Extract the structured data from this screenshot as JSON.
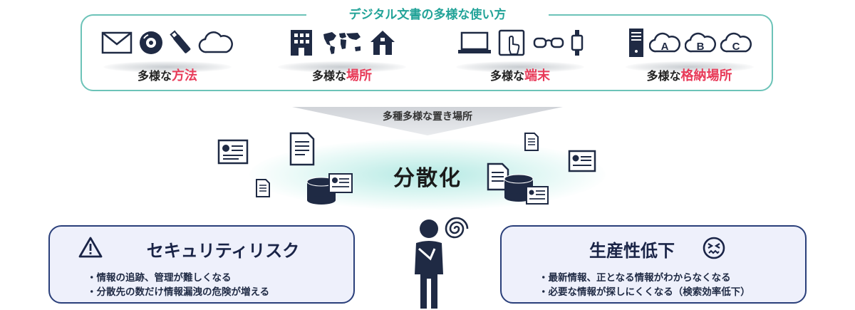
{
  "top_title": "デジタル文書の多様な使い方",
  "groups": [
    {
      "prefix": "多様な",
      "highlight": "方法"
    },
    {
      "prefix": "多様な",
      "highlight": "場所"
    },
    {
      "prefix": "多様な",
      "highlight": "端末"
    },
    {
      "prefix": "多様な",
      "highlight": "格納場所"
    }
  ],
  "cloud_letters": [
    "A",
    "B",
    "C"
  ],
  "funnel_label": "多種多様な置き場所",
  "center_title": "分散化",
  "left_box": {
    "title": "セキュリティリスク",
    "items": [
      "・情報の追跡、管理が難しくなる",
      "・分散先の数だけ情報漏洩の危険が増える"
    ]
  },
  "right_box": {
    "title": "生産性低下",
    "items": [
      "・最新情報、正となる情報がわからなくなる",
      "・必要な情報が探しにくくなる（検索効率低下）"
    ]
  },
  "colors": {
    "accent": "#22a398",
    "highlight": "#e83b59",
    "navy": "#2a3f7a",
    "box_bg": "#eef0fb"
  },
  "icons": [
    "mail-icon",
    "disc-icon",
    "usb-icon",
    "cloud-icon",
    "building-icon",
    "world-map-icon",
    "house-icon",
    "laptop-icon",
    "tablet-touch-icon",
    "glasses-icon",
    "smartwatch-icon",
    "server-icon",
    "cloud-a-icon",
    "cloud-b-icon",
    "cloud-c-icon",
    "document-icon",
    "database-icon",
    "person-icon",
    "confused-swirl-icon",
    "warning-icon",
    "frustrated-face-icon"
  ]
}
